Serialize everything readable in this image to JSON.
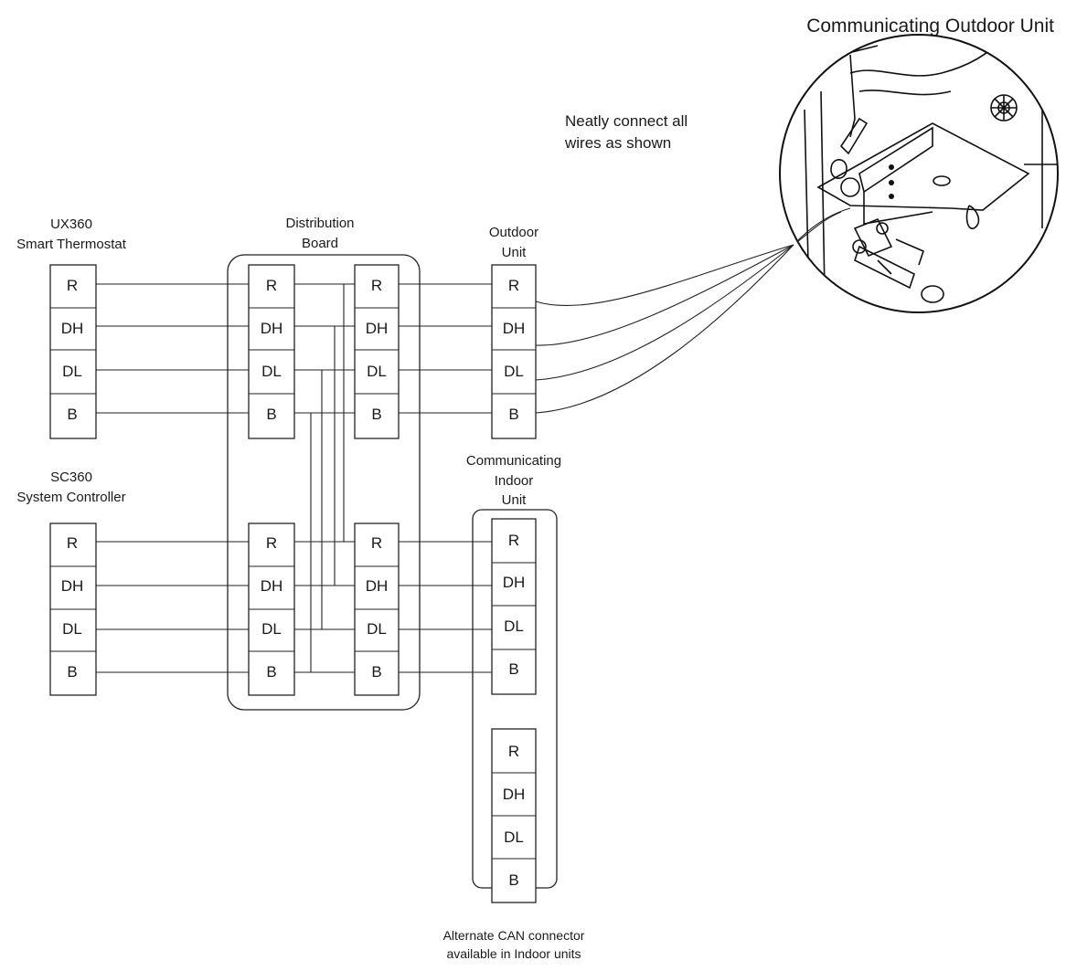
{
  "title": "Communicating Outdoor Unit",
  "note": [
    "Neatly connect all",
    "wires as shown"
  ],
  "thermostat": {
    "label": [
      "UX360",
      "Smart Thermostat"
    ]
  },
  "controller": {
    "label": [
      "SC360",
      "System Controller"
    ]
  },
  "distribution_board": {
    "label": [
      "Distribution",
      "Board"
    ]
  },
  "outdoor_unit": {
    "label": [
      "Outdoor",
      "Unit"
    ]
  },
  "indoor_unit": {
    "label": [
      "Communicating",
      "Indoor",
      "Unit"
    ]
  },
  "alternate": {
    "label": [
      "Alternate CAN connector",
      "available in Indoor units"
    ]
  },
  "terminals": [
    "R",
    "DH",
    "DL",
    "B"
  ]
}
